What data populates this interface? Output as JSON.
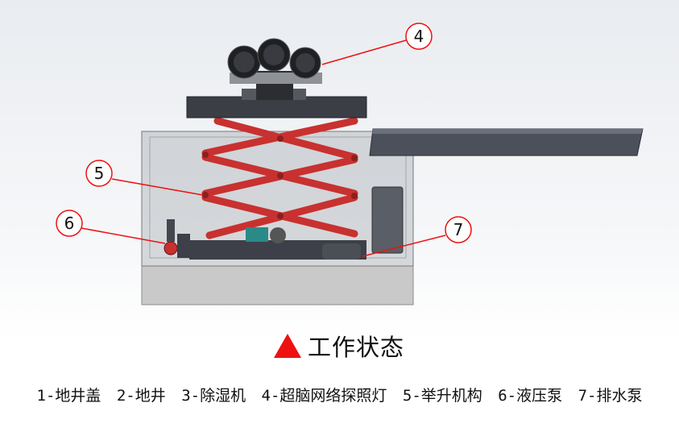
{
  "callouts": [
    {
      "number": "4"
    },
    {
      "number": "5"
    },
    {
      "number": "6"
    },
    {
      "number": "7"
    }
  ],
  "title": {
    "icon": "red-triangle-icon",
    "text": "工作状态"
  },
  "legend": [
    "1-地井盖",
    "2-地井",
    "3-除湿机",
    "4-超脑网络探照灯",
    "5-举升机构",
    "6-液压泵",
    "7-排水泵"
  ],
  "colors": {
    "accent": "#ee1111",
    "arms": "#c8312f",
    "lid": "#4b505a"
  }
}
